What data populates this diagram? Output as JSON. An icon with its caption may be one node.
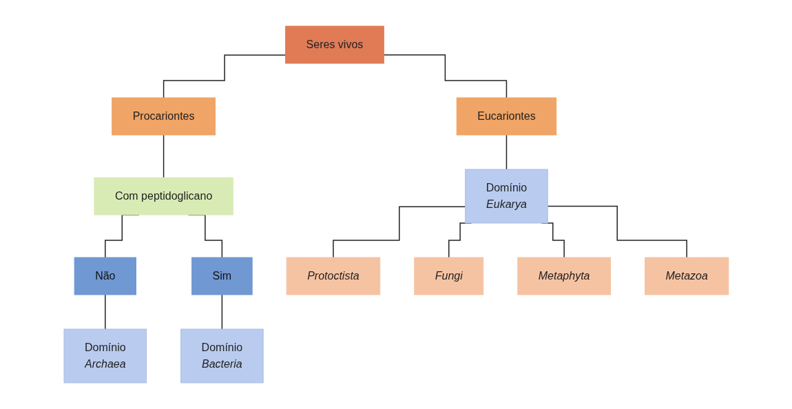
{
  "diagram": {
    "nodes": [
      {
        "text": [
          "Seres vivos"
        ]
      },
      {
        "text": [
          "Procariontes"
        ]
      },
      {
        "text": [
          "Eucariontes"
        ]
      },
      {
        "text": [
          "Com peptidoglicano"
        ]
      },
      {
        "text": [
          "Não"
        ]
      },
      {
        "text": [
          "Sim"
        ]
      },
      {
        "text": [
          "Domínio *Archaea*"
        ]
      },
      {
        "text": [
          "Domínio *Bacteria*"
        ]
      },
      {
        "text": [
          "Domínio *Eukarya*"
        ]
      },
      {
        "text": [
          "Protoctista"
        ]
      },
      {
        "text": [
          "Fungi"
        ]
      },
      {
        "text": [
          "Metaphyta"
        ]
      },
      {
        "text": [
          "Metazoa"
        ]
      }
    ],
    "edges": [
      {
        "from": 0,
        "to": 1,
        "arrow": "none"
      },
      {
        "from": 0,
        "to": 2,
        "arrow": "none"
      },
      {
        "from": 1,
        "to": 3,
        "arrow": "none"
      },
      {
        "from": 3,
        "to": 4,
        "arrow": "none"
      },
      {
        "from": 3,
        "to": 5,
        "arrow": "none"
      },
      {
        "from": 4,
        "to": 6,
        "arrow": "none"
      },
      {
        "from": 5,
        "to": 7,
        "arrow": "none"
      },
      {
        "from": 2,
        "to": 8,
        "arrow": "none"
      },
      {
        "from": 8,
        "to": 9,
        "arrow": "none"
      },
      {
        "from": 8,
        "to": 10,
        "arrow": "none"
      },
      {
        "from": 8,
        "to": 11,
        "arrow": "none"
      },
      {
        "from": 8,
        "to": 12,
        "arrow": "none"
      }
    ]
  }
}
